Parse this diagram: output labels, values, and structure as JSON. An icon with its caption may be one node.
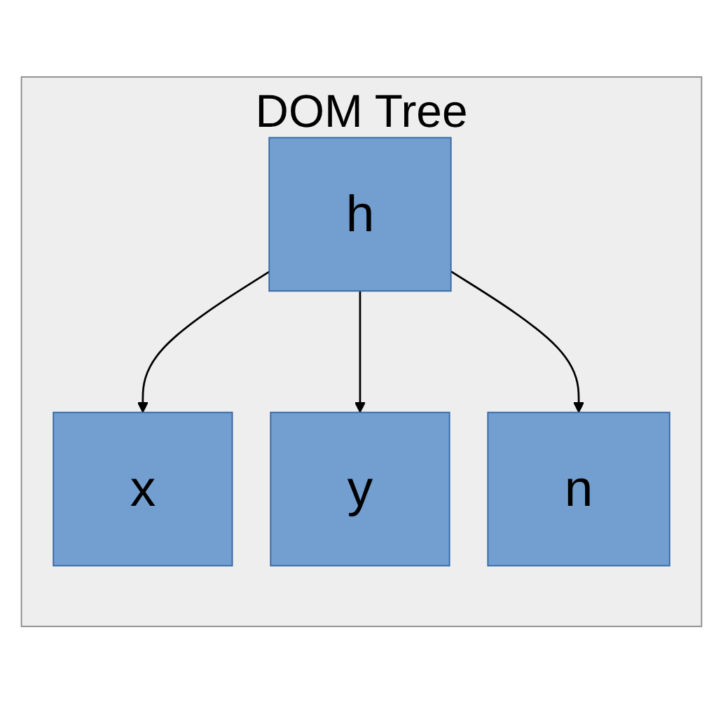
{
  "diagram": {
    "nodes": [
      {
        "text": [
          "DOM Tree"
        ]
      },
      {
        "text": [
          "h"
        ],
        "in": 0
      },
      {
        "text": [
          "x"
        ],
        "in": 0
      },
      {
        "text": [
          "y"
        ],
        "in": 0
      },
      {
        "text": [
          "n"
        ],
        "in": 0
      }
    ],
    "edges": [
      {
        "from": 1,
        "to": 2,
        "arrow": "to"
      },
      {
        "from": 1,
        "to": 3,
        "arrow": "to"
      },
      {
        "from": 1,
        "to": 4,
        "arrow": "to"
      }
    ]
  }
}
